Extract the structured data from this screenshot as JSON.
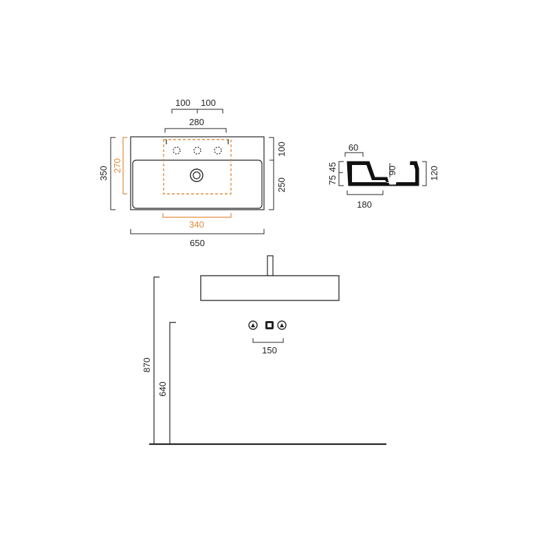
{
  "colors": {
    "line": "#222222",
    "accent": "#e08a3c",
    "basin_fill": "#ffffff",
    "section_fill": "#111111"
  },
  "top_view": {
    "width": "650",
    "depth": "350",
    "bowl_depth": "250",
    "rear_deck": "100",
    "basin_width": "340",
    "basin_depth": "270",
    "tap_span": "280",
    "tap_spacing_left": "100",
    "tap_spacing_right": "100"
  },
  "side_section": {
    "wall_thickness": "60",
    "top_thickness": "45",
    "inner_height": "75",
    "bowl_height": "90",
    "total_height": "120",
    "width": "180"
  },
  "elevation": {
    "rim_height": "870",
    "trap_height": "640",
    "valve_spacing": "150"
  }
}
